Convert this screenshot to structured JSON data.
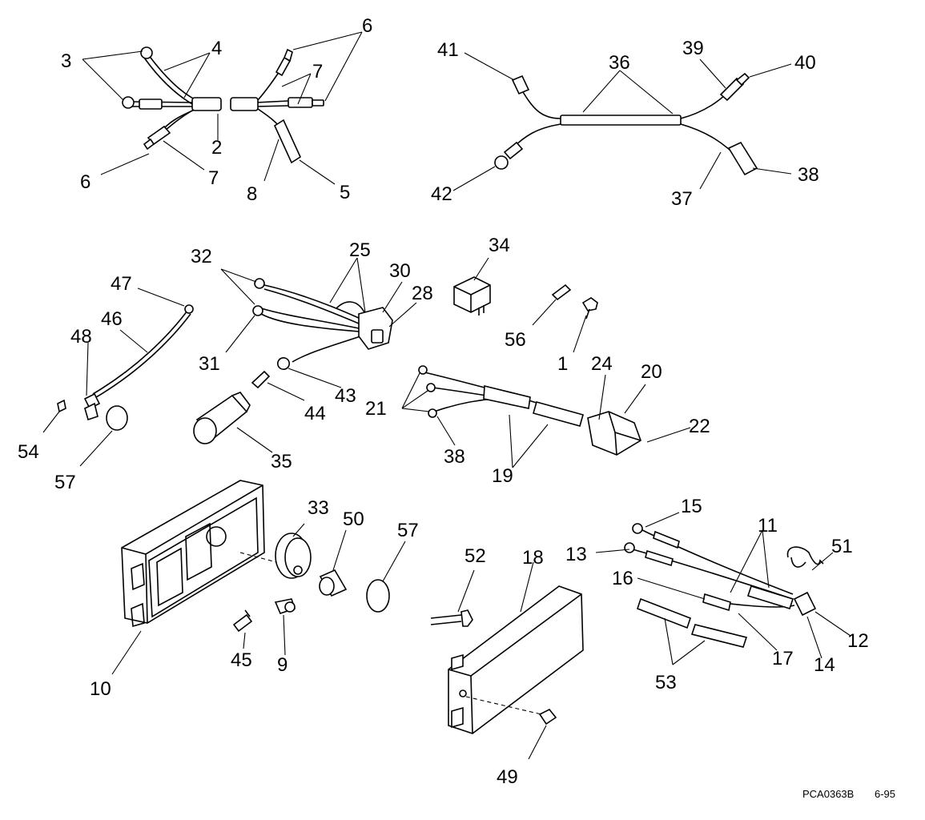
{
  "callouts": {
    "c1": "1",
    "c2": "2",
    "c3": "3",
    "c4": "4",
    "c5": "5",
    "c6a": "6",
    "c6b": "6",
    "c7a": "7",
    "c7b": "7",
    "c8": "8",
    "c9": "9",
    "c10": "10",
    "c11": "11",
    "c12": "12",
    "c13": "13",
    "c14": "14",
    "c15": "15",
    "c16": "16",
    "c17": "17",
    "c18": "18",
    "c19": "19",
    "c20": "20",
    "c21": "21",
    "c22": "22",
    "c24": "24",
    "c25": "25",
    "c28": "28",
    "c30": "30",
    "c31": "31",
    "c32": "32",
    "c33": "33",
    "c34": "34",
    "c35": "35",
    "c36": "36",
    "c37": "37",
    "c38a": "38",
    "c38b": "38",
    "c39": "39",
    "c40": "40",
    "c41": "41",
    "c42": "42",
    "c43": "43",
    "c44": "44",
    "c45": "45",
    "c46": "46",
    "c47": "47",
    "c48": "48",
    "c49": "49",
    "c50": "50",
    "c51": "51",
    "c52": "52",
    "c53": "53",
    "c54": "54",
    "c56": "56",
    "c57a": "57",
    "c57b": "57"
  },
  "footer": {
    "code": "PCA0363B",
    "date": "6-95"
  }
}
